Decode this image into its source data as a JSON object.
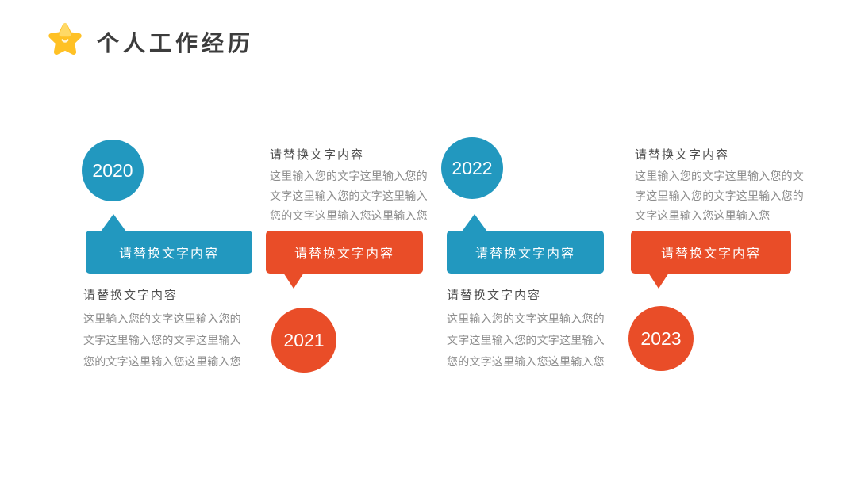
{
  "slide": {
    "title": "个人工作经历"
  },
  "colors": {
    "blue": "#2298BF",
    "orange": "#E94D28",
    "star_gold": "#FFC125",
    "star_highlight": "#FFD966",
    "title_text": "#3C3C3C",
    "heading_text": "#4D4D4D",
    "body_text": "#8C8C8C",
    "banner_text": "#FFFFFF",
    "background": "#FFFFFF"
  },
  "icons": {
    "title_icon": "smiley-star-icon"
  },
  "timeline": {
    "items": [
      {
        "year": "2020",
        "color": "blue",
        "text_position": "below",
        "banner_label": "请替换文字内容",
        "text_heading": "请替换文字内容",
        "body_lines": [
          "这里输入您的文字这里输入您的",
          "文字这里输入您的文字这里输入",
          "您的文字这里输入您这里输入您"
        ]
      },
      {
        "year": "2021",
        "color": "orange",
        "text_position": "above",
        "banner_label": "请替换文字内容",
        "text_heading": "请替换文字内容",
        "body_lines": [
          "这里输入您的文字这里输入您的",
          "文字这里输入您的文字这里输入",
          "您的文字这里输入您这里输入您"
        ]
      },
      {
        "year": "2022",
        "color": "blue",
        "text_position": "below",
        "banner_label": "请替换文字内容",
        "text_heading": "请替换文字内容",
        "body_lines": [
          "这里输入您的文字这里输入您的",
          "文字这里输入您的文字这里输入",
          "您的文字这里输入您这里输入您"
        ]
      },
      {
        "year": "2023",
        "color": "orange",
        "text_position": "above",
        "banner_label": "请替换文字内容",
        "text_heading": "请替换文字内容",
        "body_lines": [
          "这里输入您的文字这里输入您的文",
          "字这里输入您的文字这里输入您的",
          "文字这里输入您这里输入您"
        ]
      }
    ]
  }
}
